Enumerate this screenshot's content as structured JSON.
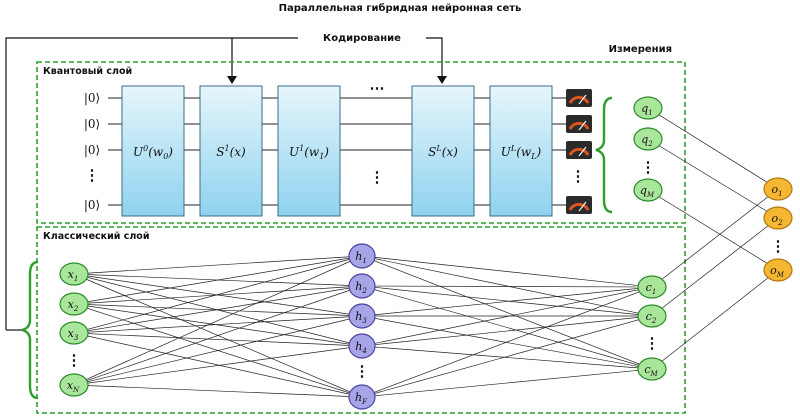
{
  "title": "Параллельная гибридная нейронная сеть",
  "encoding_label": "Кодирование",
  "measurement_label": "Измерения",
  "quantum_layer_label": "Квантовый слой",
  "classical_layer_label": "Классический слой",
  "qubit_inputs": [
    "|0⟩",
    "|0⟩",
    "|0⟩",
    "⋮",
    "|0⟩"
  ],
  "gates": [
    {
      "op": "U",
      "sup": "0",
      "arg": "(w",
      "sub": "0",
      "close": ")"
    },
    {
      "op": "S",
      "sup": "1",
      "arg": "(x)",
      "sub": "",
      "close": ""
    },
    {
      "op": "U",
      "sup": "1",
      "arg": "(w",
      "sub": "1",
      "close": ")"
    },
    {
      "op": "S",
      "sup": "L",
      "arg": "(x)",
      "sub": "",
      "close": ""
    },
    {
      "op": "U",
      "sup": "L",
      "arg": "(w",
      "sub": "L",
      "close": ")"
    }
  ],
  "q_nodes": [
    {
      "base": "q",
      "sub": "1"
    },
    {
      "base": "q",
      "sub": "2"
    },
    {
      "base": "⋮",
      "sub": ""
    },
    {
      "base": "q",
      "sub": "M"
    }
  ],
  "x_nodes": [
    {
      "base": "x",
      "sub": "1"
    },
    {
      "base": "x",
      "sub": "2"
    },
    {
      "base": "x",
      "sub": "3"
    },
    {
      "base": "⋮",
      "sub": ""
    },
    {
      "base": "x",
      "sub": "N"
    }
  ],
  "h_nodes": [
    {
      "base": "h",
      "sub": "1"
    },
    {
      "base": "h",
      "sub": "2"
    },
    {
      "base": "h",
      "sub": "3"
    },
    {
      "base": "h",
      "sub": "4"
    },
    {
      "base": "⋮",
      "sub": ""
    },
    {
      "base": "h",
      "sub": "F"
    }
  ],
  "c_nodes": [
    {
      "base": "c",
      "sub": "1"
    },
    {
      "base": "c",
      "sub": "2"
    },
    {
      "base": "⋮",
      "sub": ""
    },
    {
      "base": "c",
      "sub": "M"
    }
  ],
  "o_nodes": [
    {
      "base": "o",
      "sub": "1"
    },
    {
      "base": "o",
      "sub": "2"
    },
    {
      "base": "⋮",
      "sub": ""
    },
    {
      "base": "o",
      "sub": "M"
    }
  ],
  "colors": {
    "dashed_border": "#2e9e2e",
    "green_node_fill": "#a9e59a",
    "green_node_stroke": "#2e8b2e",
    "purple_node_fill": "#a8a4e8",
    "purple_node_stroke": "#4a44a0",
    "orange_node_fill": "#f5b731",
    "orange_node_stroke": "#b07a10",
    "gate_top": "#e6f6fc",
    "gate_bottom": "#8fd2ee",
    "gate_stroke": "#3a6e88",
    "meter_bg": "#2b2b2b",
    "meter_arc": "#e0551f",
    "brace": "#2e9e2e"
  }
}
